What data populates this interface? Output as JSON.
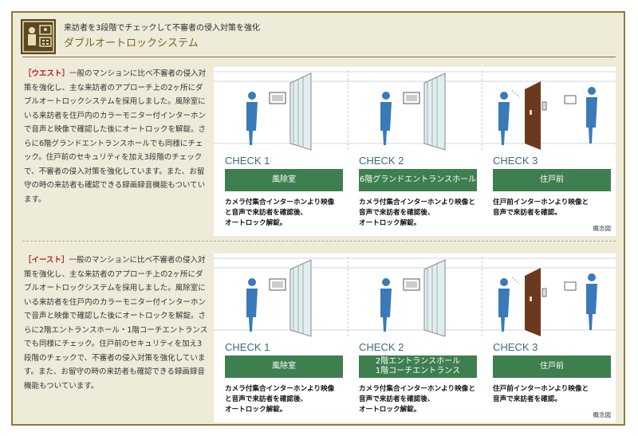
{
  "header": {
    "subtitle": "来訪者を3段階でチェックして不審者の侵入対策を強化",
    "title": "ダブルオートロックシステム"
  },
  "sections": [
    {
      "tag": "［ウエスト］",
      "text": "一般のマンションに比べ不審者の侵入対策を強化し、主な来訪者のアプローチ上の2ヶ所にダブルオートロックシステムを採用しました。風除室にいる来訪者を住戸内のカラーモニター付インターホンで音声と映像で確認した後にオートロックを解錠。さらに6階グランドエントランスホールでも同様にチェック。住戸前のセキュリティを加え3段階のチェックで、不審者の侵入対策を強化しています。また、お留守の時の来訪者も確認できる録画録音機能もついています。",
      "checks": [
        {
          "check": "CHECK 1",
          "label": "風除室",
          "caption": "カメラ付集合インターホンより映像\nと音声で来訪者を確認後、\nオートロック解錠。"
        },
        {
          "check": "CHECK 2",
          "label": "6階グランドエントランスホール",
          "caption": "カメラ付集合インターホンより映像と\n音声で来訪者を確認後、\nオートロック解錠。"
        },
        {
          "check": "CHECK 3",
          "label": "住戸前",
          "caption": "住戸前インターホンより映像と\n音声で来訪者を確認。"
        }
      ],
      "note": "概念図"
    },
    {
      "tag": "［イースト］",
      "text": "一般のマンションに比べ不審者の侵入対策を強化し、主な来訪者のアプローチ上の2ヶ所にダブルオートロックシステムを採用しました。風除室にいる来訪者を住戸内のカラーモニター付インターホンで音声と映像で確認した後にオートロックを解錠。さらに2階エントランスホール・1階コーチエントランスでも同様にチェック。住戸前のセキュリティを加え3段階のチェックで、不審者の侵入対策を強化しています。また、お留守の時の来訪者も確認できる録画録音機能もついています。",
      "checks": [
        {
          "check": "CHECK 1",
          "label": "風除室",
          "caption": "カメラ付集合インターホンより映像\nと音声で来訪者を確認後、\nオートロック解錠。"
        },
        {
          "check": "CHECK 2",
          "label": "2階エントランスホール\n1階コーチエントランス",
          "caption": "カメラ付集合インターホンより映像と\n音声で来訪者を確認後、\nオートロック解錠。"
        },
        {
          "check": "CHECK 3",
          "label": "住戸前",
          "caption": "住戸前インターホンより映像と\n音声で来訪者を確認。"
        }
      ],
      "note": "概念図"
    }
  ],
  "colors": {
    "border": "#8f7b3c",
    "background": "#efebd9",
    "label_green": "#3e7f50",
    "check_text": "#3c6b7a",
    "figure_blue": "#3a7ab8",
    "door_brown": "#6b3a1e",
    "tag_red": "#b4221e"
  }
}
